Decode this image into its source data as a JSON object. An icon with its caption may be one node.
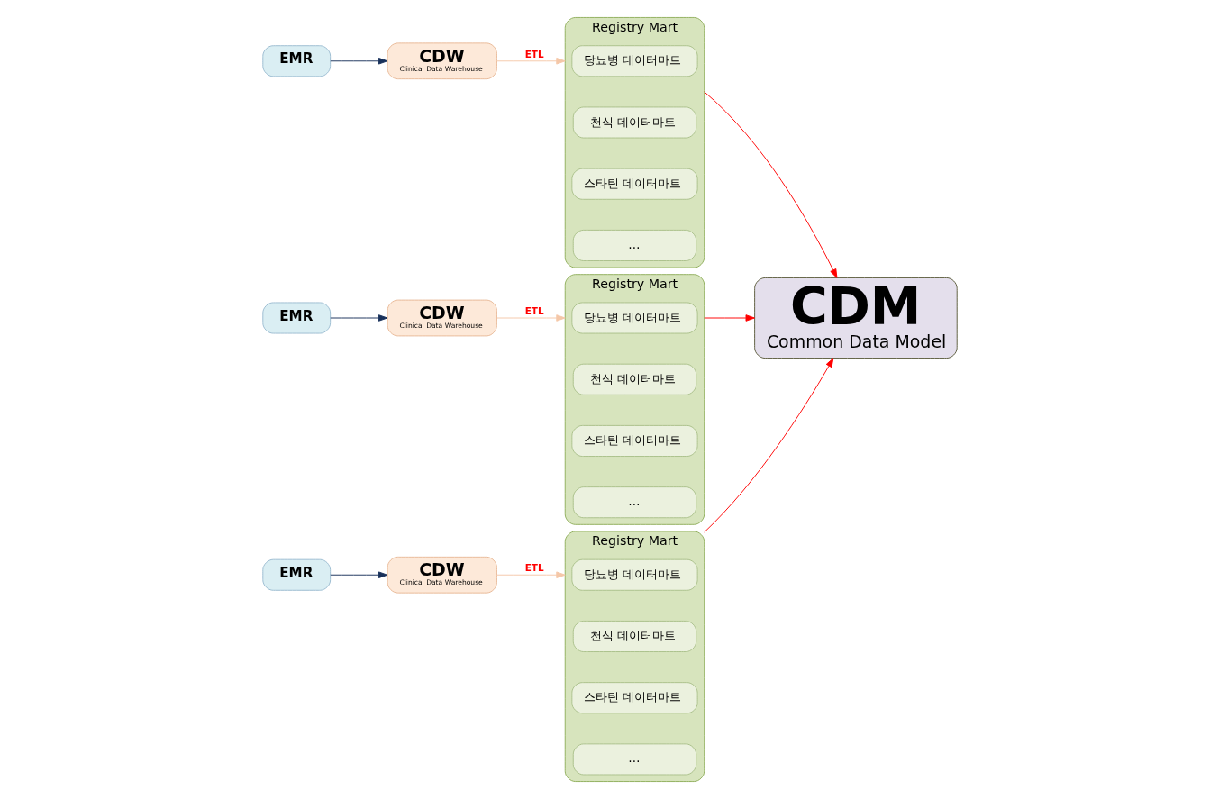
{
  "diagram": {
    "nodes": [
      {
        "text": [
          "EMR"
        ]
      },
      {
        "text": [
          "CDW",
          "Clinical Data Warehouse"
        ]
      },
      {
        "text": [
          "Registry Mart"
        ]
      },
      {
        "text": [
          "당뇨병 데이터마트"
        ],
        "in": 2
      },
      {
        "text": [
          "천식 데이터마트"
        ],
        "in": 2
      },
      {
        "text": [
          "스타틴 데이터마트"
        ],
        "in": 2
      },
      {
        "text": [
          "…"
        ],
        "in": 2
      },
      {
        "text": [
          "EMR"
        ]
      },
      {
        "text": [
          "CDW",
          "Clinical Data Warehouse"
        ]
      },
      {
        "text": [
          "Registry Mart"
        ]
      },
      {
        "text": [
          "당뇨병 데이터마트"
        ],
        "in": 9
      },
      {
        "text": [
          "천식 데이터마트"
        ],
        "in": 9
      },
      {
        "text": [
          "스타틴 데이터마트"
        ],
        "in": 9
      },
      {
        "text": [
          "…"
        ],
        "in": 9
      },
      {
        "text": [
          "EMR"
        ]
      },
      {
        "text": [
          "CDW",
          "Clinical Data Warehouse"
        ]
      },
      {
        "text": [
          "Registry Mart"
        ]
      },
      {
        "text": [
          "당뇨병 데이터마트"
        ],
        "in": 16
      },
      {
        "text": [
          "천식 데이터마트"
        ],
        "in": 16
      },
      {
        "text": [
          "스타틴 데이터마트"
        ],
        "in": 16
      },
      {
        "text": [
          "…"
        ],
        "in": 16
      },
      {
        "text": [
          "CDM",
          "Common Data Model"
        ]
      }
    ],
    "edges": [
      {
        "from": 0,
        "to": 1,
        "arrow": "to",
        "color": "#17305a"
      },
      {
        "from": 1,
        "to": 2,
        "arrow": "to",
        "label": "ETL",
        "color": "#f4c7a8"
      },
      {
        "from": 2,
        "to": 21,
        "arrow": "to",
        "color": "#ff0000"
      },
      {
        "from": 7,
        "to": 8,
        "arrow": "to",
        "color": "#17305a"
      },
      {
        "from": 8,
        "to": 9,
        "arrow": "to",
        "label": "ETL",
        "color": "#f4c7a8"
      },
      {
        "from": 9,
        "to": 21,
        "arrow": "to",
        "color": "#ff0000"
      },
      {
        "from": 14,
        "to": 15,
        "arrow": "to",
        "color": "#17305a"
      },
      {
        "from": 15,
        "to": 16,
        "arrow": "to",
        "label": "ETL",
        "color": "#f4c7a8"
      },
      {
        "from": 16,
        "to": 21,
        "arrow": "to",
        "color": "#ff0000"
      }
    ]
  }
}
